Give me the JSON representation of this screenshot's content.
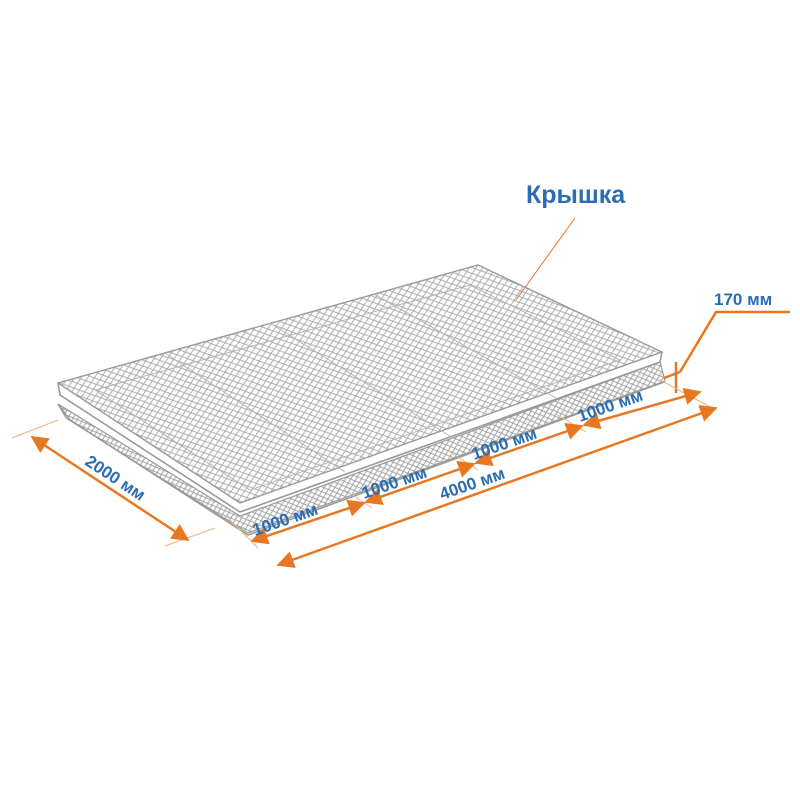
{
  "labels": {
    "lid": "Крышка",
    "height": "170 мм",
    "width": "2000 мм",
    "total_length": "4000 мм",
    "section_1": "1000 мм",
    "section_2": "1000 мм",
    "section_3": "1000 мм",
    "section_4": "1000 мм"
  },
  "colors": {
    "dimension": "#e87722",
    "label": "#2a6db3",
    "mesh": "#9a9a9a"
  }
}
